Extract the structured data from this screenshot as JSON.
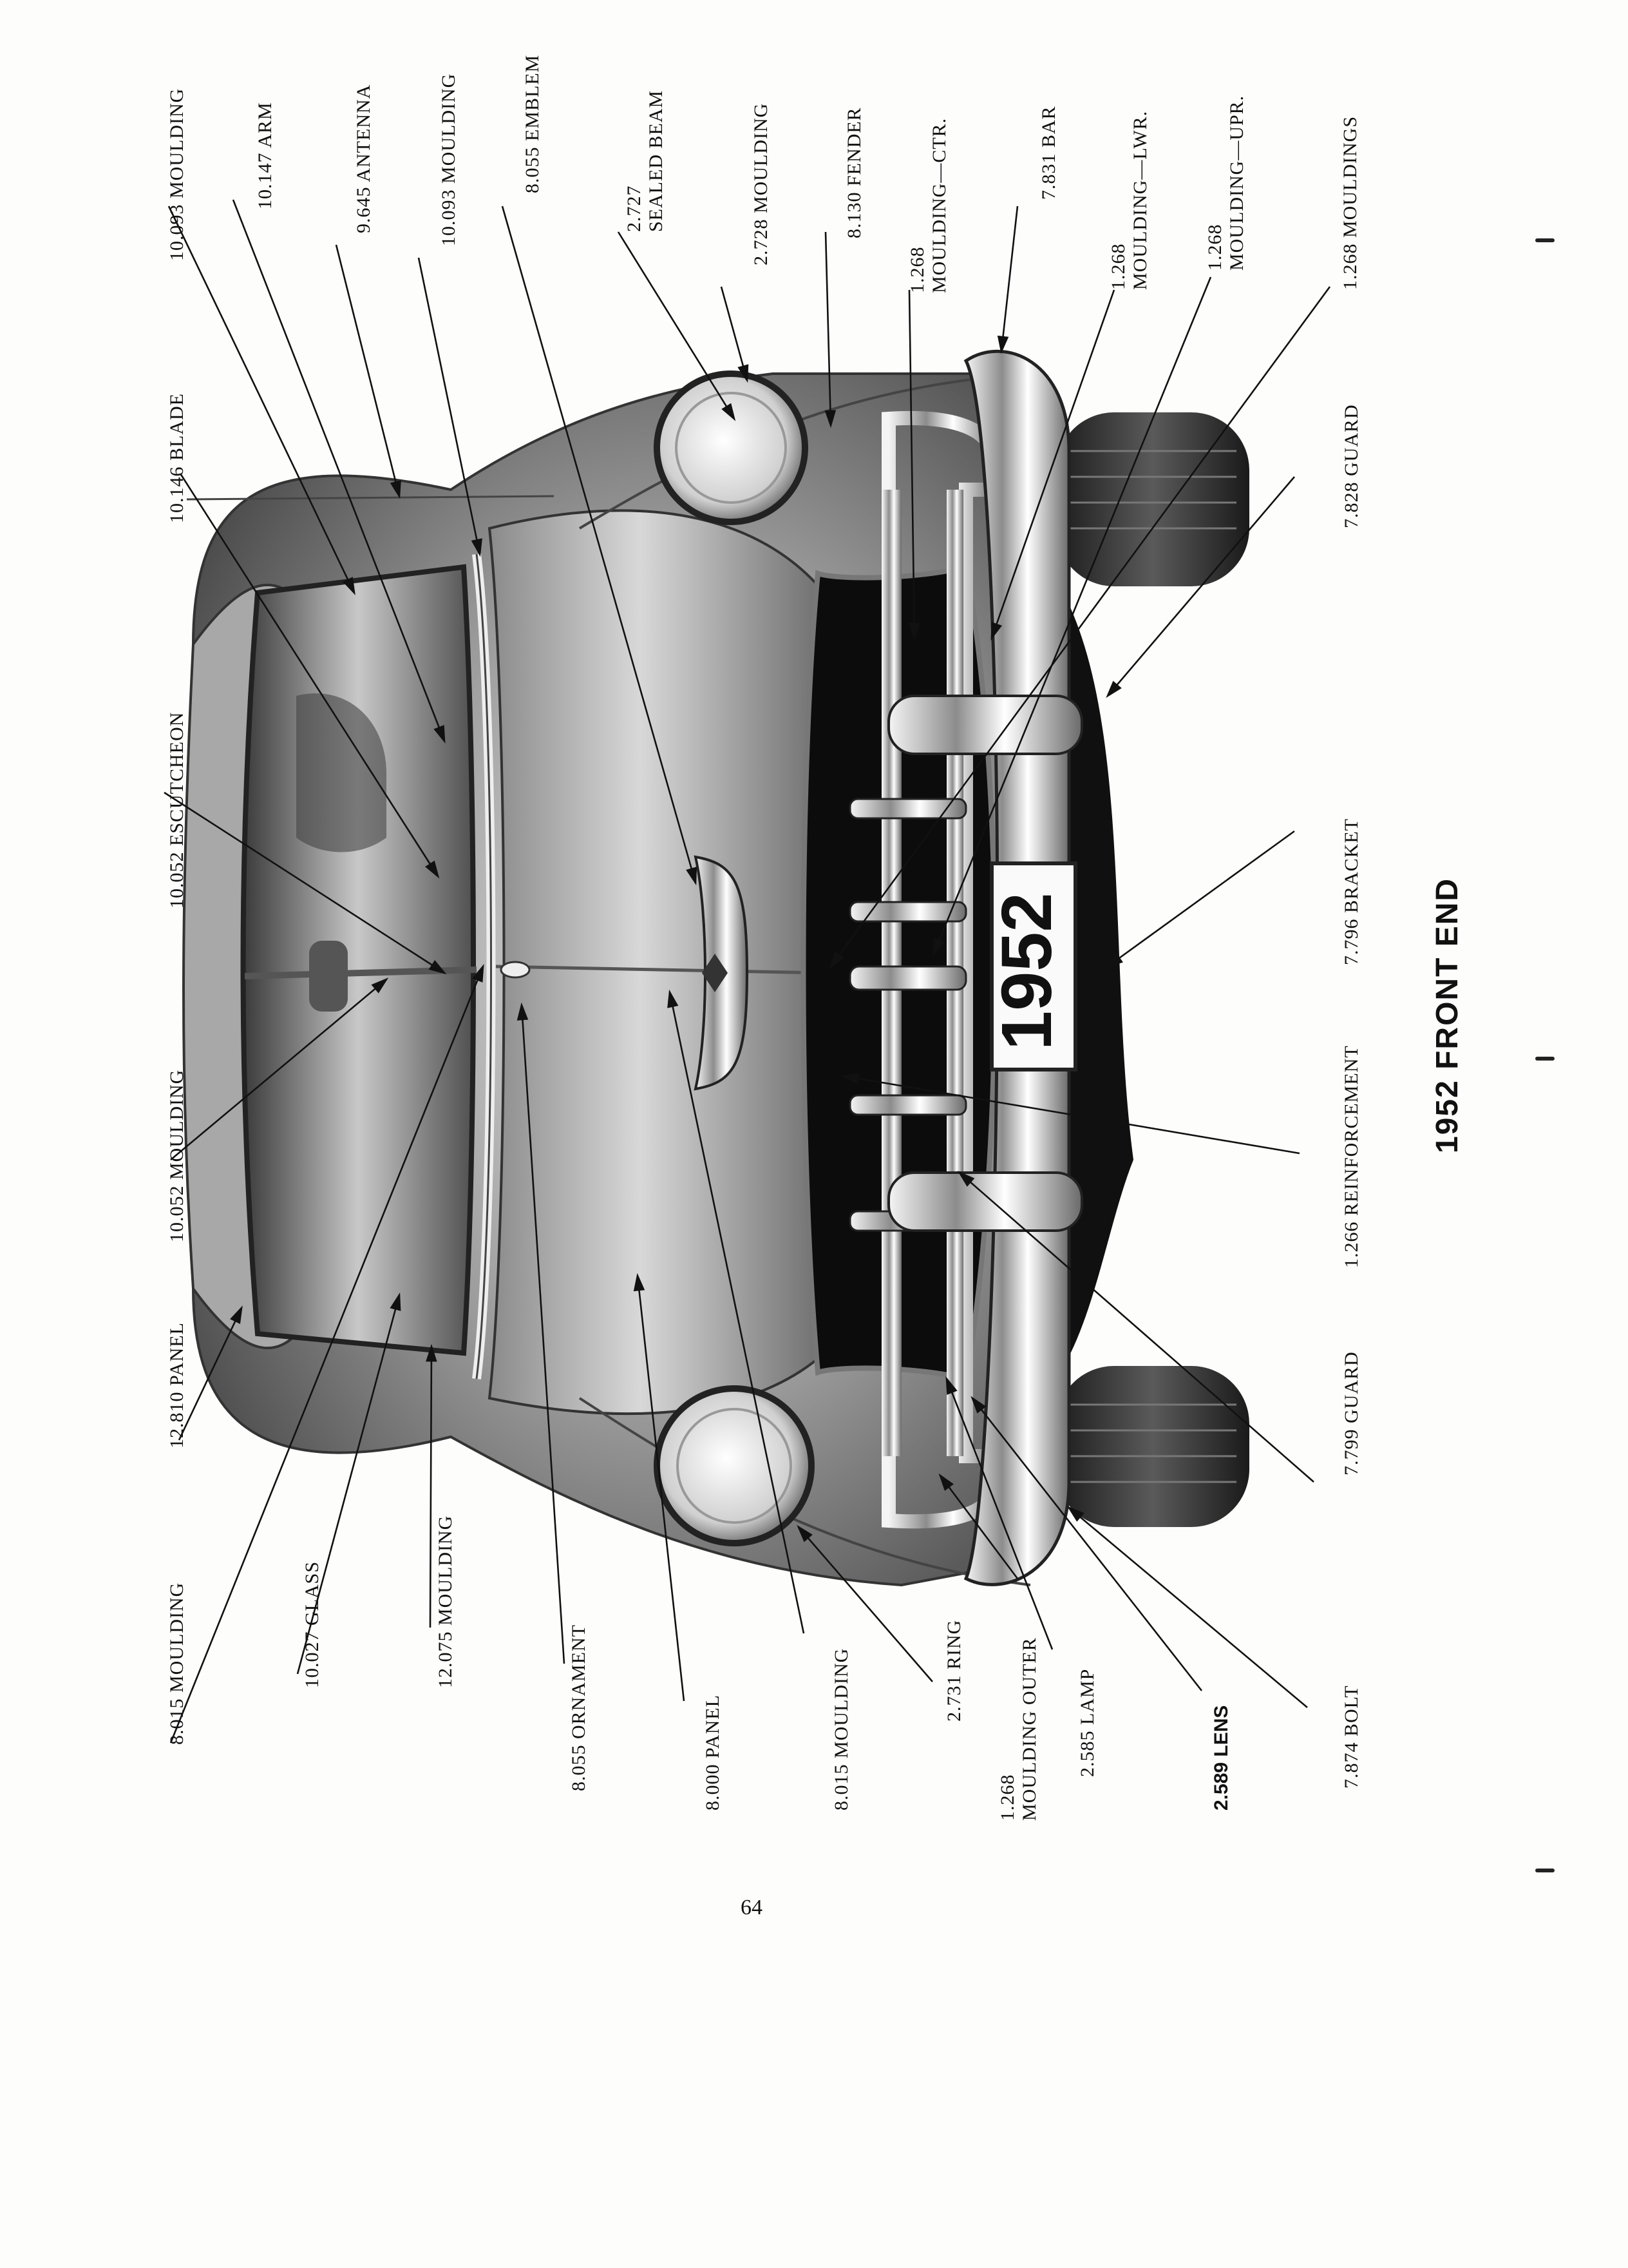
{
  "figure": {
    "title": "1952 FRONT END",
    "page_number": "64",
    "license_plate": "1952"
  },
  "labels": {
    "l_8015_moulding_a": "8.015 MOULDING",
    "l_10027_glass": "10.027 GLASS",
    "l_12075_moulding": "12.075 MOULDING",
    "l_8055_ornament": "8.055 ORNAMENT",
    "l_8000_panel": "8.000 PANEL",
    "l_8015_moulding_b": "8.015 MOULDING",
    "l_2731_ring": "2.731 RING",
    "l_1268_moulding_outer_1": "1.268",
    "l_1268_moulding_outer_2": "MOULDING  OUTER",
    "l_2585_lamp": "2.585 LAMP",
    "l_2589_lens": "2.589 LENS",
    "l_7874_bolt": "7.874 BOLT",
    "l_12810_panel": "12.810 PANEL",
    "l_10052_moulding": "10.052 MOULDING",
    "l_10052_escutcheon": "10.052 ESCUTCHEON",
    "l_10146_blade": "10.146 BLADE",
    "l_10093_moulding_a": "10.093 MOULDING",
    "l_10147_arm": "10.147 ARM",
    "l_9645_antenna": "9.645 ANTENNA",
    "l_10093_moulding_b": "10.093 MOULDING",
    "l_8055_emblem": "8.055 EMBLEM",
    "l_2727_sealed_beam_1": "2.727",
    "l_2727_sealed_beam_2": "SEALED BEAM",
    "l_2728_moulding": "2.728 MOULDING",
    "l_8130_fender": "8.130 FENDER",
    "l_1268_moulding_ctr_1": "1.268",
    "l_1268_moulding_ctr_2": "MOULDING—CTR.",
    "l_7831_bar": "7.831 BAR",
    "l_1268_moulding_lwr_1": "1.268",
    "l_1268_moulding_lwr_2": "MOULDING—LWR.",
    "l_1268_moulding_upr_1": "1.268",
    "l_1268_moulding_upr_2": "MOULDING—UPR.",
    "l_1268_mouldings": "1.268 MOULDINGS",
    "l_7828_guard": "7.828 GUARD",
    "l_7796_bracket": "7.796 BRACKET",
    "l_1266_reinforcement": "1.266 REINFORCEMENT",
    "l_7799_guard": "7.799 GUARD"
  }
}
